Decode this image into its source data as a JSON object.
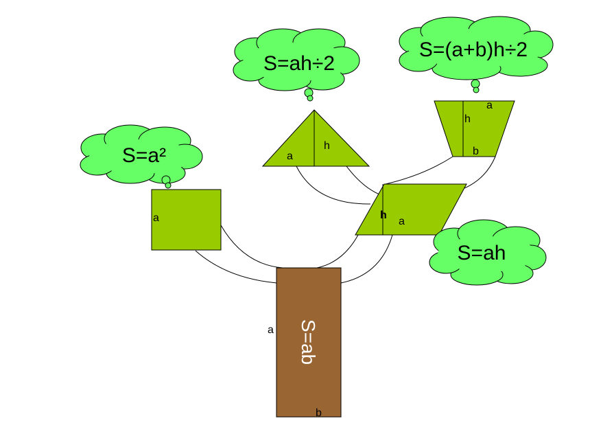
{
  "formulas": {
    "square": "S=a²",
    "triangle": "S=ah÷2",
    "trapezoid": "S=(a+b)h÷2",
    "parallelogram": "S=ah",
    "rectangle": "S=ab"
  },
  "labels": {
    "square_a": "a",
    "triangle_a": "a",
    "triangle_h": "h",
    "trapezoid_a": "a",
    "trapezoid_h": "h",
    "trapezoid_b": "b",
    "parallelogram_h": "h",
    "parallelogram_a": "a",
    "rectangle_a": "a",
    "rectangle_b": "b"
  },
  "colors": {
    "leaf_fill": "#99CC00",
    "cloud_fill": "#66FF66",
    "trunk_fill": "#996633",
    "outline": "#000000",
    "trunk_text": "#ffffff"
  }
}
